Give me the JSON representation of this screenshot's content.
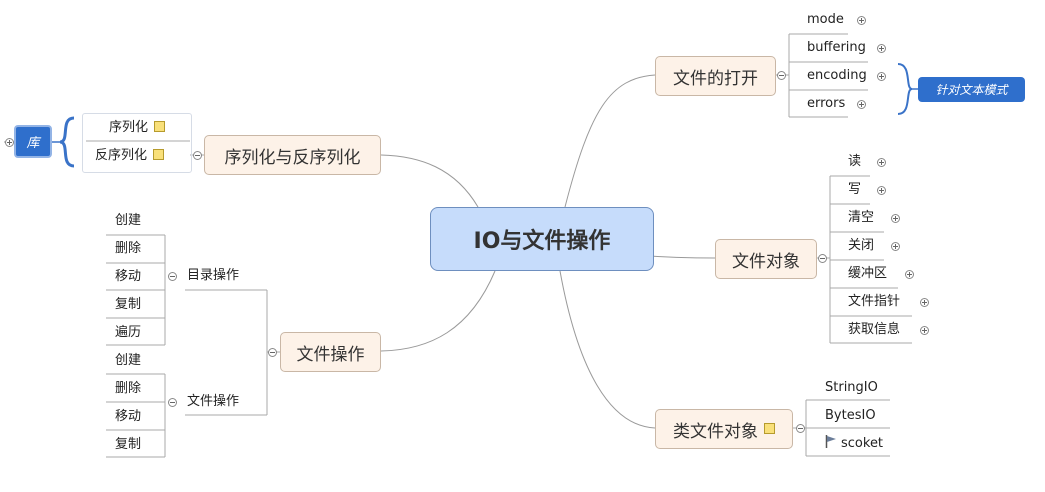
{
  "center": "IO与文件操作",
  "branches": {
    "open": {
      "label": "文件的打开",
      "items": [
        "mode",
        "buffering",
        "encoding",
        "errors"
      ],
      "callout": "针对文本模式"
    },
    "fileobj": {
      "label": "文件对象",
      "items": [
        "读",
        "写",
        "清空",
        "关闭",
        "缓冲区",
        "文件指针",
        "获取信息"
      ]
    },
    "filelike": {
      "label": "类文件对象",
      "items": [
        "StringIO",
        "BytesIO",
        "scoket"
      ]
    },
    "serial": {
      "label": "序列化与反序列化",
      "items": [
        "序列化",
        "反序列化"
      ],
      "callout": "库"
    },
    "fileops": {
      "label": "文件操作",
      "dir": {
        "label": "目录操作",
        "items": [
          "创建",
          "删除",
          "移动",
          "复制",
          "遍历"
        ]
      },
      "file": {
        "label": "文件操作",
        "items": [
          "创建",
          "删除",
          "移动",
          "复制"
        ]
      }
    }
  },
  "colors": {
    "center_fill": "#c6dcfb",
    "main_fill": "#fdf2e8",
    "callout_fill": "#2f6fcc",
    "brace": "#3a73c8"
  }
}
